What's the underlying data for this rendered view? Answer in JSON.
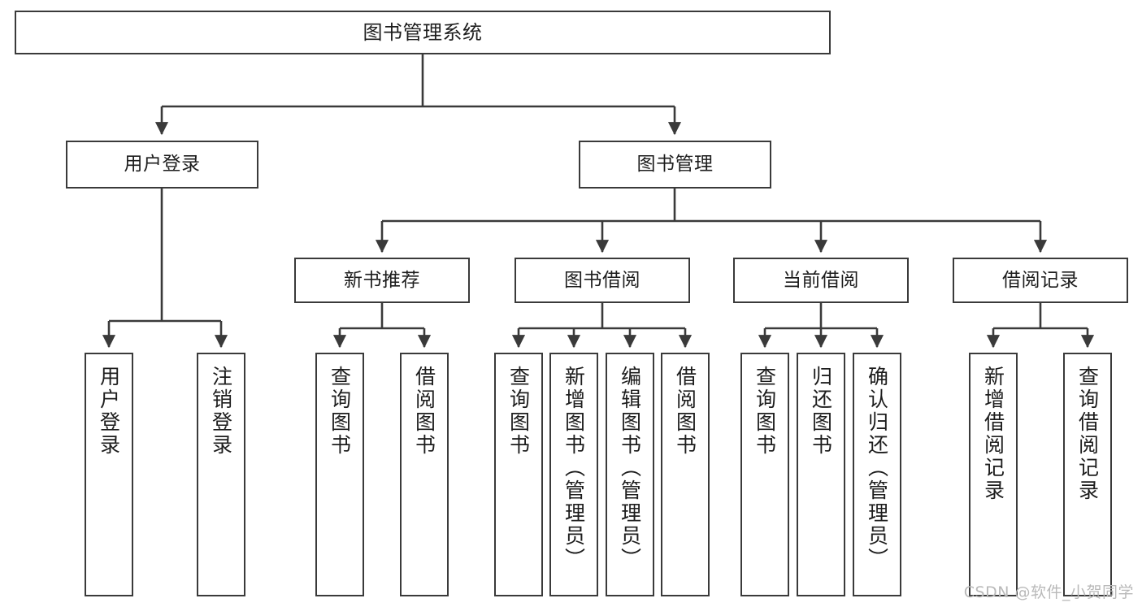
{
  "diagram": {
    "title": "图书管理系统",
    "watermark": "CSDN @软件_小贺同学",
    "stroke_color": "#3a3a3a",
    "background_color": "#ffffff",
    "text_color": "#1d1d1d",
    "watermark_color": "#b9b9b9"
  },
  "nodes": {
    "root": {
      "label": "图书管理系统"
    },
    "level2": [
      {
        "label": "用户登录"
      },
      {
        "label": "图书管理"
      }
    ],
    "level3": [
      {
        "label": "新书推荐"
      },
      {
        "label": "图书借阅"
      },
      {
        "label": "当前借阅"
      },
      {
        "label": "借阅记录"
      }
    ],
    "leaves": {
      "user_login": [
        {
          "label": "用户登录"
        },
        {
          "label": "注销登录"
        }
      ],
      "new_book_recommend": [
        {
          "label": "查询图书"
        },
        {
          "label": "借阅图书"
        }
      ],
      "book_borrow": [
        {
          "label": "查询图书"
        },
        {
          "label": "新增图书（管理员）"
        },
        {
          "label": "编辑图书（管理员）"
        },
        {
          "label": "借阅图书"
        }
      ],
      "current_borrow": [
        {
          "label": "查询图书"
        },
        {
          "label": "归还图书"
        },
        {
          "label": "确认归还（管理员）"
        }
      ],
      "borrow_record": [
        {
          "label": "新增借阅记录"
        },
        {
          "label": "查询借阅记录"
        }
      ]
    }
  },
  "chart_data": {
    "type": "tree",
    "title": "图书管理系统",
    "root": "图书管理系统",
    "edges": [
      [
        "图书管理系统",
        "用户登录"
      ],
      [
        "图书管理系统",
        "图书管理"
      ],
      [
        "用户登录",
        "用户登录"
      ],
      [
        "用户登录",
        "注销登录"
      ],
      [
        "图书管理",
        "新书推荐"
      ],
      [
        "图书管理",
        "图书借阅"
      ],
      [
        "图书管理",
        "当前借阅"
      ],
      [
        "图书管理",
        "借阅记录"
      ],
      [
        "新书推荐",
        "查询图书"
      ],
      [
        "新书推荐",
        "借阅图书"
      ],
      [
        "图书借阅",
        "查询图书"
      ],
      [
        "图书借阅",
        "新增图书（管理员）"
      ],
      [
        "图书借阅",
        "编辑图书（管理员）"
      ],
      [
        "图书借阅",
        "借阅图书"
      ],
      [
        "当前借阅",
        "查询图书"
      ],
      [
        "当前借阅",
        "归还图书"
      ],
      [
        "当前借阅",
        "确认归还（管理员）"
      ],
      [
        "借阅记录",
        "新增借阅记录"
      ],
      [
        "借阅记录",
        "查询借阅记录"
      ]
    ],
    "levels": 4
  }
}
